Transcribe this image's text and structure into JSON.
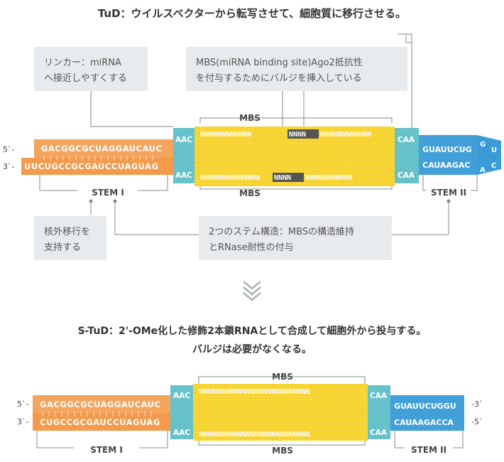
{
  "colors": {
    "orange": "#f39a4c",
    "orange_dark": "#ee8437",
    "teal": "#5bbcc4",
    "yellow": "#f7d22b",
    "blue": "#3a9bd6",
    "blue_light": "#62b5e3",
    "grey_box": "#e7ebed",
    "line": "#888888",
    "title": "#333333"
  },
  "top": {
    "title": "TuD：ウイルスベクターから転写させて、細胞質に移行させる。",
    "linker_note": [
      "リンカー：miRNA",
      "へ接近しやすくする"
    ],
    "mbs_note": [
      "MBS(miRNA binding site)Ago2抵抗性",
      "を付与するためにバルジを挿入している"
    ],
    "stem_note": [
      "2つのステム構造：MBSの構造維持",
      "とRNase耐性の付与"
    ],
    "export_note": [
      "核外移行を",
      "支持する"
    ],
    "five_prime": "5`-",
    "three_prime": "3`-",
    "stem1_upper": "GACGGCGCUAGGAUCAUC",
    "stem1_lower": "UUCUGCCGCGAUCCUAGUAG",
    "aac": "AAC",
    "caa": "CAA",
    "mbs_label": "MBS",
    "mbs_upper_left": "NNNNNNNNNNNN",
    "mbs_upper_bulge": "NNNN",
    "mbs_upper_right": "NNNNNNNNNNNN",
    "mbs_lower_left": "NNNNNNNNNNNNNN",
    "mbs_lower_bulge": "NNNN",
    "mbs_lower_right": "NNNNNNNNNNN",
    "stem2_upper": "GUAUUCUG",
    "stem2_lower": "CAUAAGAC",
    "loop": [
      "G",
      "U",
      "C",
      "A"
    ],
    "stem1_label": "STEM I",
    "stem2_label": "STEM II"
  },
  "divider_icon": "triple-chevron-down-icon",
  "bottom": {
    "title_line1": "S-TuD：2'-OMe化した修飾2本鎖RNAとして合成して細胞外から投与する。",
    "title_line2": "バルジは必要がなくなる。",
    "five_prime": "5`-",
    "three_prime": "3`-",
    "right_upper_end": "-3`",
    "right_lower_end": "-5`",
    "stem1_upper": "GACGGCGCUAGGAUCAUC",
    "stem1_lower": "CUGCCGCGAUCCUAGUAG",
    "aac": "AAC",
    "caa": "CAA",
    "mbs_label": "MBS",
    "mbs_upper": "NNNNNNNNNNNNNNNNNNNNNNNNNN",
    "mbs_lower": "NNNNNNNNNNNNNNNNNNNNNNNNNN",
    "stem2_upper": "GUAUUCUGGU",
    "stem2_lower": "CAUAAGACCA",
    "stem1_label": "STEM I",
    "stem2_label": "STEM II"
  }
}
